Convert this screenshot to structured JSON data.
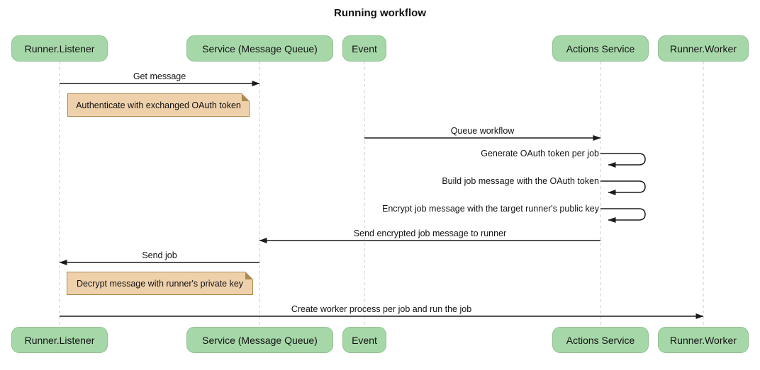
{
  "title": "Running workflow",
  "participants": [
    {
      "label": "Runner.Listener"
    },
    {
      "label": "Service (Message Queue)"
    },
    {
      "label": "Event"
    },
    {
      "label": "Actions Service"
    },
    {
      "label": "Runner.Worker"
    }
  ],
  "messages": [
    {
      "label": "Get message",
      "from": "Runner.Listener",
      "to": "Service (Message Queue)"
    },
    {
      "label": "Queue workflow",
      "from": "Event",
      "to": "Actions Service"
    },
    {
      "label": "Generate OAuth token per job",
      "from": "Actions Service",
      "to": "Actions Service",
      "self": true
    },
    {
      "label": "Build job message with the OAuth token",
      "from": "Actions Service",
      "to": "Actions Service",
      "self": true
    },
    {
      "label": "Encrypt job message with the target runner's public key",
      "from": "Actions Service",
      "to": "Actions Service",
      "self": true
    },
    {
      "label": "Send encrypted job message to runner",
      "from": "Actions Service",
      "to": "Service (Message Queue)"
    },
    {
      "label": "Send job",
      "from": "Service (Message Queue)",
      "to": "Runner.Listener"
    },
    {
      "label": "Create worker process per job and run the job",
      "from": "Runner.Listener",
      "to": "Runner.Worker"
    }
  ],
  "notes": [
    {
      "label": "Authenticate with exchanged OAuth token",
      "over": "Runner.Listener"
    },
    {
      "label": "Decrypt message with runner's private key",
      "over": "Runner.Listener"
    }
  ],
  "colors": {
    "participant_fill": "#a6d7a8",
    "participant_border": "#8fc191",
    "note_fill": "#eed0ab",
    "note_border": "#a98a50",
    "lifeline": "#c9c9c9",
    "arrow": "#1b1b1b",
    "background": "#ffffff"
  }
}
